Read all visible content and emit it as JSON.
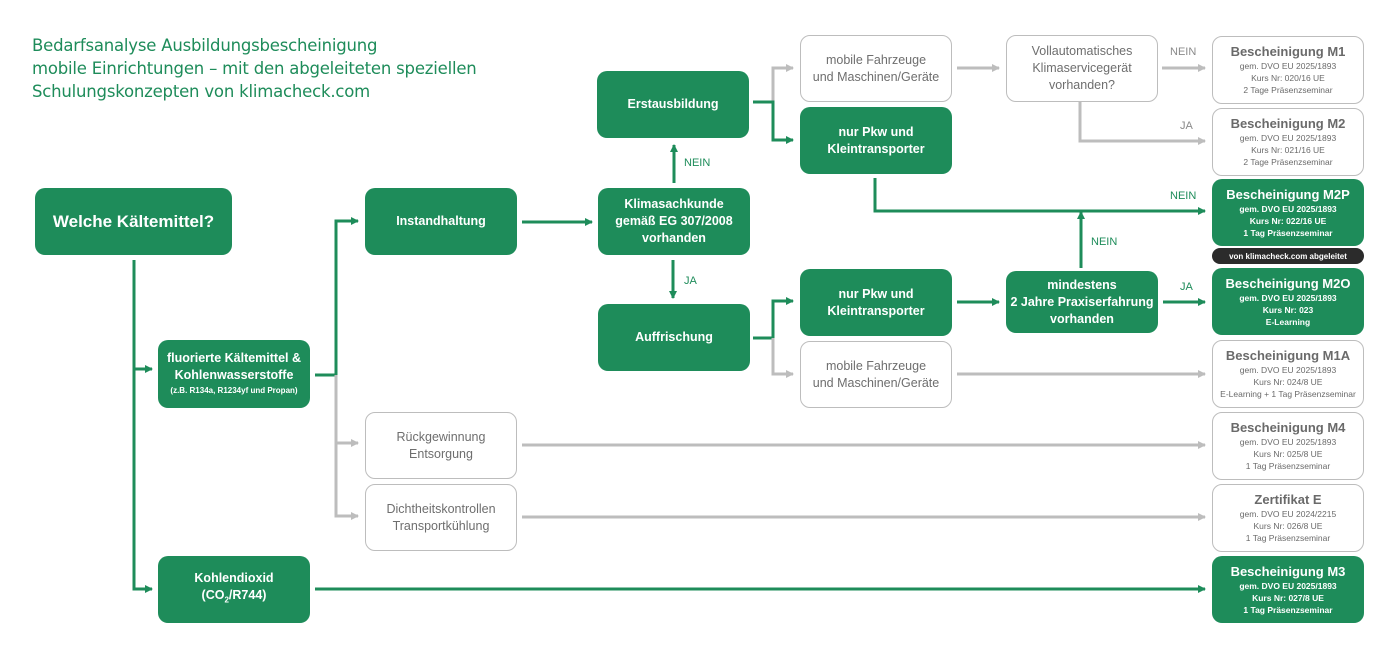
{
  "title": {
    "lines": [
      "Bedarfsanalyse Ausbildungsbescheinigung",
      "mobile Einrichtungen – mit den abgeleiteten speziellen",
      "Schulungskonzepten von klimacheck.com"
    ]
  },
  "colors": {
    "green": "#1e8c5a",
    "gray_line": "#bdbdbd",
    "badge_bg": "#2b2b2b"
  },
  "nodes": {
    "start": "Welche Kältemittel?",
    "fluor": {
      "line1": "fluorierte Kältemittel &",
      "line2": "Kohlenwasserstoffe",
      "note": "(z.B. R134a, R1234yf und Propan)"
    },
    "co2": {
      "line1": "Kohlendioxid",
      "line2_pre": "(CO",
      "line2_sub": "2",
      "line2_post": "/R744)"
    },
    "instandhaltung": "Instandhaltung",
    "klimasachkunde": {
      "line1": "Klimasachkunde",
      "line2": "gemäß EG 307/2008",
      "line3": "vorhanden"
    },
    "erstausbildung": "Erstausbildung",
    "auffrischung": "Auffrischung",
    "mobile_top": {
      "line1": "mobile Fahrzeuge",
      "line2": "und Maschinen/Geräte"
    },
    "pkw_top": {
      "line1": "nur Pkw und",
      "line2": "Kleintransporter"
    },
    "pkw_bottom": {
      "line1": "nur Pkw und",
      "line2": "Kleintransporter"
    },
    "mobile_bottom": {
      "line1": "mobile Fahrzeuge",
      "line2": "und Maschinen/Geräte"
    },
    "vollautomatisch": {
      "line1": "Vollautomatisches",
      "line2": "Klimaservicegerät",
      "line3": "vorhanden?"
    },
    "praxis": {
      "line1": "mindestens",
      "line2": "2 Jahre Praxiserfahrung",
      "line3": "vorhanden"
    },
    "rueckgewinnung": {
      "line1": "Rückgewinnung",
      "line2": "Entsorgung"
    },
    "dichtheit": {
      "line1": "Dichtheitskontrollen",
      "line2": "Transportkühlung"
    }
  },
  "edge_labels": {
    "nein_erst": "NEIN",
    "ja_auff": "JA",
    "nein_m1": "NEIN",
    "ja_m2": "JA",
    "nein_m2p": "NEIN",
    "nein_praxis": "NEIN",
    "ja_m2o": "JA"
  },
  "certificates": [
    {
      "name": "Bescheinigung M1",
      "regulation": "gem. DVO EU 2025/1893",
      "course": "Kurs Nr: 020/16 UE",
      "format": "2 Tage Präsenzseminar",
      "style": "outline"
    },
    {
      "name": "Bescheinigung M2",
      "regulation": "gem. DVO EU 2025/1893",
      "course": "Kurs Nr: 021/16 UE",
      "format": "2 Tage Präsenzseminar",
      "style": "outline"
    },
    {
      "name": "Bescheinigung M2P",
      "regulation": "gem. DVO EU 2025/1893",
      "course": "Kurs Nr: 022/16 UE",
      "format": "1 Tag Präsenzseminar",
      "style": "filled"
    },
    {
      "name": "Bescheinigung M2O",
      "regulation": "gem. DVO EU 2025/1893",
      "course": "Kurs Nr: 023",
      "format": "E-Learning",
      "style": "filled"
    },
    {
      "name": "Bescheinigung M1A",
      "regulation": "gem. DVO EU 2025/1893",
      "course": "Kurs Nr: 024/8 UE",
      "format": "E-Learning + 1 Tag Präsenzseminar",
      "style": "outline"
    },
    {
      "name": "Bescheinigung M4",
      "regulation": "gem. DVO EU 2025/1893",
      "course": "Kurs Nr: 025/8 UE",
      "format": "1 Tag Präsenzseminar",
      "style": "outline"
    },
    {
      "name": "Zertifikat E",
      "regulation": "gem. DVO EU 2024/2215",
      "course": "Kurs Nr: 026/8 UE",
      "format": "1 Tag Präsenzseminar",
      "style": "outline"
    },
    {
      "name": "Bescheinigung M3",
      "regulation": "gem. DVO EU 2025/1893",
      "course": "Kurs Nr: 027/8 UE",
      "format": "1 Tag Präsenzseminar",
      "style": "filled"
    }
  ],
  "badge": "von klimacheck.com abgeleitet"
}
